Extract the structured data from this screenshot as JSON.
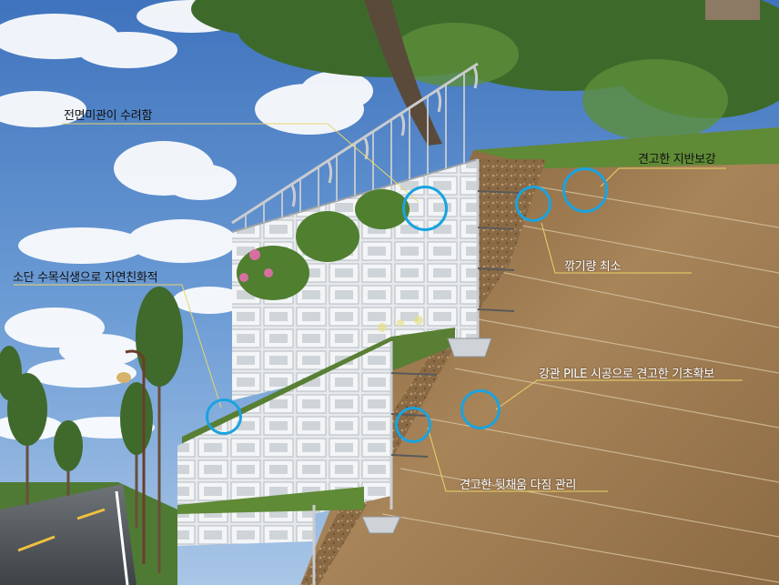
{
  "labels": {
    "facade": "전면미관이 수려함",
    "greening": "소단 수목식생으로 자연친화적",
    "reinforcement": "견고한 지반보강",
    "excavation": "깎기량 최소",
    "pile": "강관 PILE 시공으로 견고한 기초확보",
    "backfill": "견고한 뒷채움 다짐 관리"
  },
  "colors": {
    "highlight_ring": "#1aa3df",
    "leader_line": "#e8d56a",
    "sky": "#5a88c8",
    "soil": "#9c7a4e",
    "wall_block": "#e8ebee"
  }
}
